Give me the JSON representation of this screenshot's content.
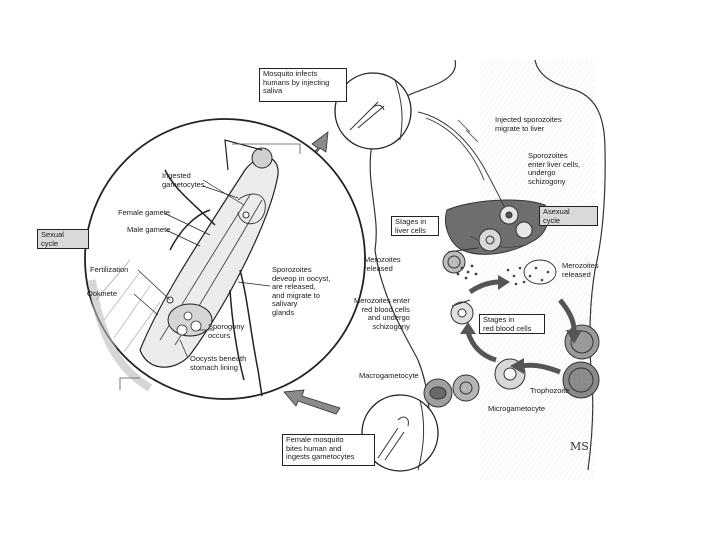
{
  "labels": {
    "mosquito_infects": "Mosquito infects\nhumans by injecting\nsaliva",
    "injected_sporozoites": "Injected sporozoites\nmigrate to liver",
    "sporozoites_enter_liver": "Sporozoites\nenter liver cells,\nundergo\nschizogony",
    "asexual_cycle": "Asexual\ncycle",
    "stages_liver": "Stages in\nliver cells",
    "merozoites_released_left": "Merozoites\nreleased",
    "merozoites_released_right": "Merozoites\nreleased",
    "merozoites_enter_rbc": "Merozoites enter\nred blood cells\nand undergo\nschizogony",
    "stages_rbc": "Stages in\nred blood cells",
    "macrogametocyte": "Macrogametocyte",
    "trophozoite": "Trophozoite",
    "microgametocyte": "Microgametocyte",
    "female_mosquito": "Female mosquito\nbites human and\ningests gametocytes",
    "ingested_gametocytes": "Ingested\ngametocytes",
    "female_gamete": "Female gamete",
    "male_gamete": "Male gamete",
    "sexual_cycle": "Sexual\ncycle",
    "fertilization": "Fertilization",
    "ookinete": "Ookinete",
    "sporozoites_develop": "Sporozoites\ndeveop in oocyst,\nare released,\nand migrate to\nsalivary\nglands",
    "sporogony": "Sporogony\noccurs",
    "oocysts": "Oocysts beneath\nstomach lining",
    "signature": "MS"
  },
  "colors": {
    "ink": "#222222",
    "liver": "#6e6e6e",
    "cell_fill": "#cfcfcf",
    "box_shade": "#d9d9d9"
  }
}
